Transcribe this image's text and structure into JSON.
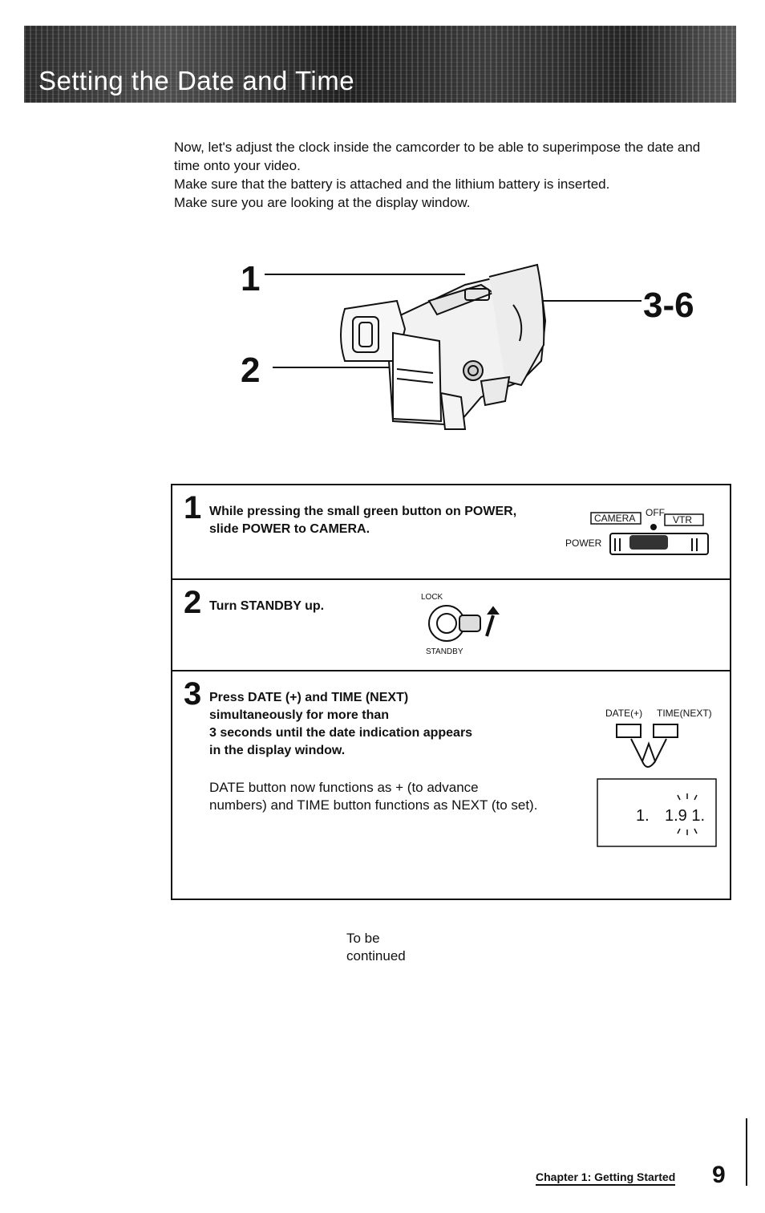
{
  "header": {
    "title": "Setting the Date and Time"
  },
  "intro": {
    "lines": [
      "Now, let's adjust the clock inside the camcorder to be able to superimpose the date and time onto your video.",
      "Make sure that the battery is attached and the lithium battery is inserted.",
      "Make sure you are looking at the display window."
    ]
  },
  "figure": {
    "callouts": [
      "1",
      "2",
      "3-6"
    ]
  },
  "steps": [
    {
      "number": "1",
      "text_lines": [
        "While pressing the small green button on POWER,",
        "slide POWER to CAMERA."
      ],
      "illustration": {
        "camera_label": "CAMERA",
        "off_label": "OFF",
        "vtr_label": "VTR",
        "power_label": "POWER"
      }
    },
    {
      "number": "2",
      "text_lines": [
        "Turn STANDBY up."
      ],
      "illustration": {
        "lock_label": "LOCK",
        "standby_label": "STANDBY"
      }
    },
    {
      "number": "3",
      "text_lines": [
        "Press DATE (+) and TIME (NEXT)",
        "simultaneously for more than",
        "3 seconds until the date indication appears",
        "in the display window."
      ],
      "note_lines": [
        "DATE button now functions as + (to advance",
        "numbers) and TIME button functions as NEXT (to set)."
      ],
      "illustration": {
        "date_label": "DATE(+)",
        "time_label": "TIME(NEXT)",
        "display_left": "1.",
        "display_right": "1.9 1."
      }
    }
  ],
  "continued": {
    "line1": "To be",
    "line2": "continued"
  },
  "footer": {
    "chapter": "Chapter 1: Getting Started",
    "page": "9"
  }
}
